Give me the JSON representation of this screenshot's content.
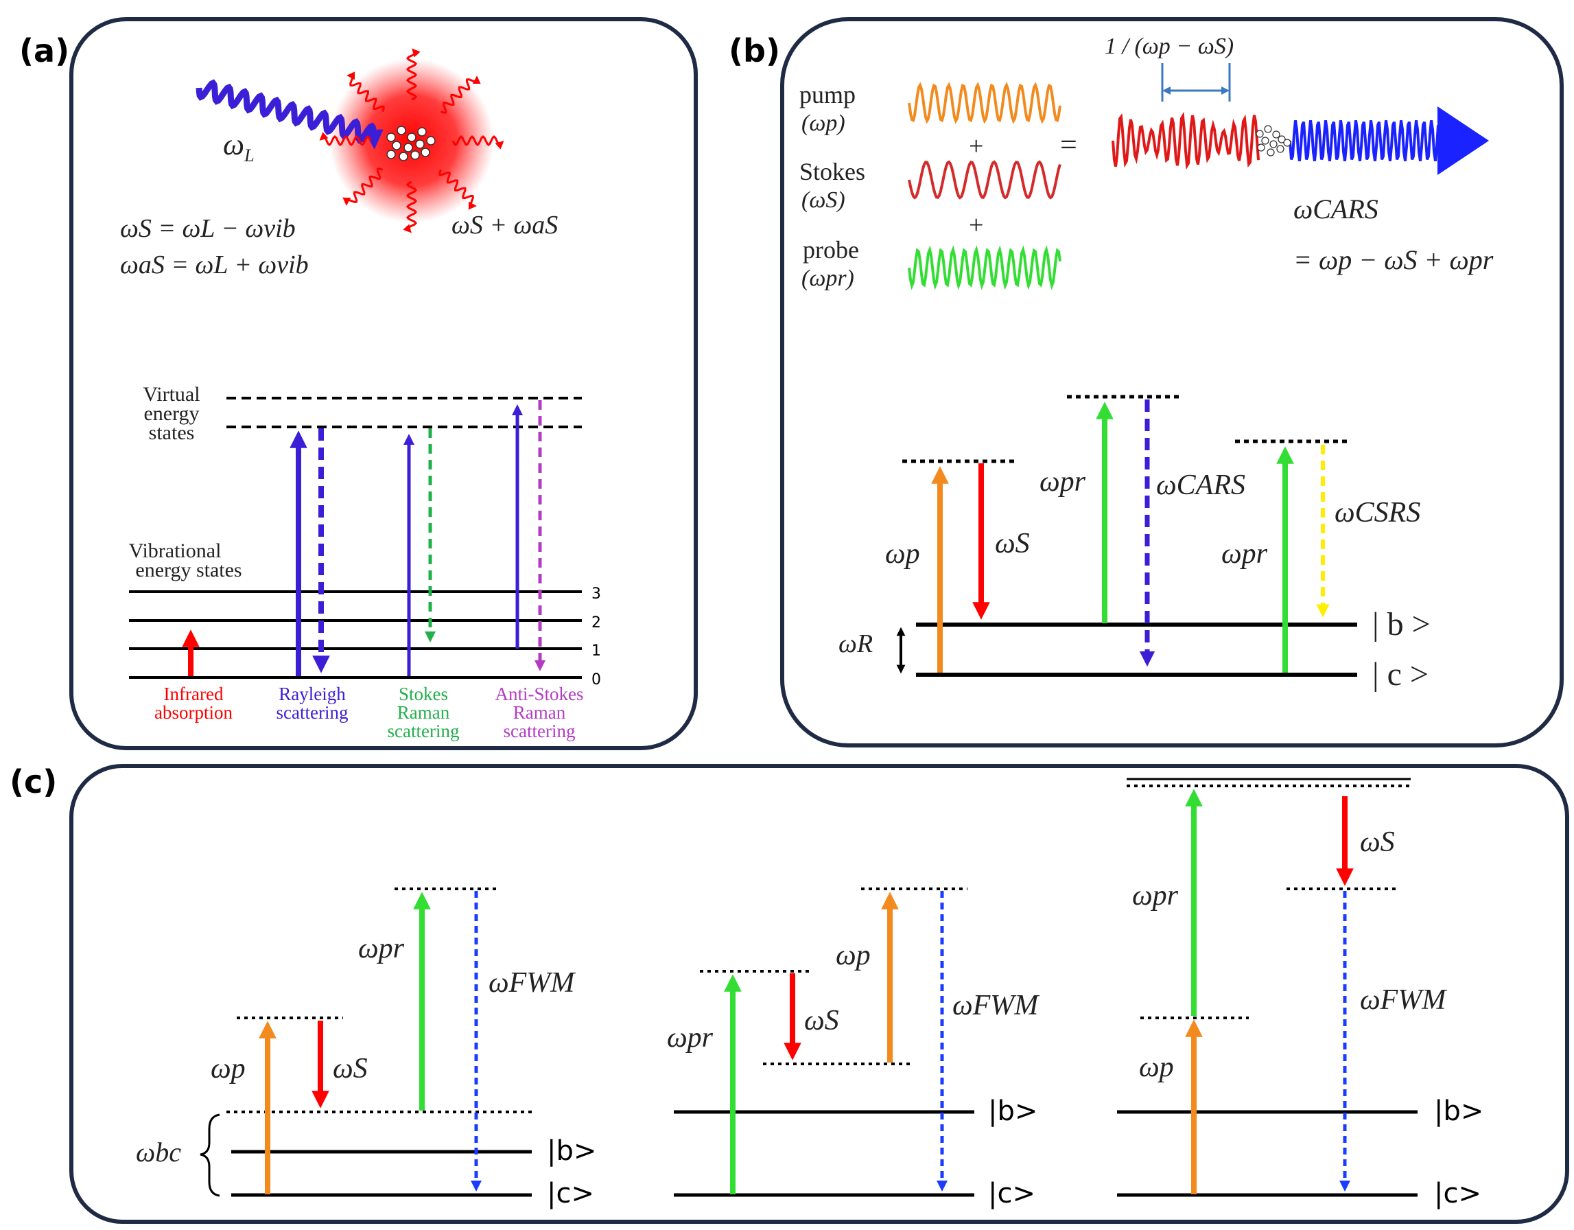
{
  "panels": {
    "a": "(a)",
    "b": "(b)",
    "c": "(c)"
  },
  "colors": {
    "red": "#ff0000",
    "blue": "#3a1fd6",
    "green": "#22b04a",
    "purple": "#b43cc4",
    "orange": "#f28a1e",
    "lightgreen": "#33dd33",
    "yellow": "#ffee00",
    "fwm_blue": "#1a3cff",
    "border": "#1f2a44"
  },
  "a": {
    "omega_L": "ω",
    "omega_L_sub": "L",
    "eq_S": "ωS = ωL − ωvib",
    "eq_aS": "ωaS = ωL + ωvib",
    "scatter_out": "ωS + ωaS",
    "virtual_label": [
      "Virtual",
      "energy",
      "states"
    ],
    "vib_label": [
      "Vibrational",
      "energy states"
    ],
    "levels": [
      "3",
      "2",
      "1",
      "0"
    ],
    "processes": [
      {
        "lines": [
          "Infrared",
          "absorption"
        ],
        "color": "#ff0000"
      },
      {
        "lines": [
          "Rayleigh",
          "scattering"
        ],
        "color": "#3a1fd6"
      },
      {
        "lines": [
          "Stokes",
          "Raman",
          "scattering"
        ],
        "color": "#22b04a"
      },
      {
        "lines": [
          "Anti-Stokes",
          "Raman",
          "scattering"
        ],
        "color": "#b43cc4"
      }
    ]
  },
  "b": {
    "pump": "pump",
    "pump_sym": "(ωp)",
    "stokes": "Stokes",
    "stokes_sym": "(ωS)",
    "probe": "probe",
    "probe_sym": "(ωpr)",
    "plus": "+",
    "equals": "=",
    "beat": "1 / (ωp − ωS)",
    "cars_label": "ωCARS",
    "cars_eq": "= ωp − ωS + ωpr",
    "arrows": [
      "ωp",
      "ωS",
      "ωpr",
      "ωCARS",
      "ωpr",
      "ωCSRS"
    ],
    "omega_R": "ωR",
    "state_b": "| b >",
    "state_c": "| c >"
  },
  "c": {
    "omega_bc": "ωbc",
    "state_b": "|b>",
    "state_c": "|c>",
    "d1": [
      "ωp",
      "ωS",
      "ωpr",
      "ωFWM"
    ],
    "d2": [
      "ωpr",
      "ωS",
      "ωp",
      "ωFWM"
    ],
    "d3": [
      "ωpr",
      "ωS",
      "ωp",
      "ωFWM"
    ]
  }
}
